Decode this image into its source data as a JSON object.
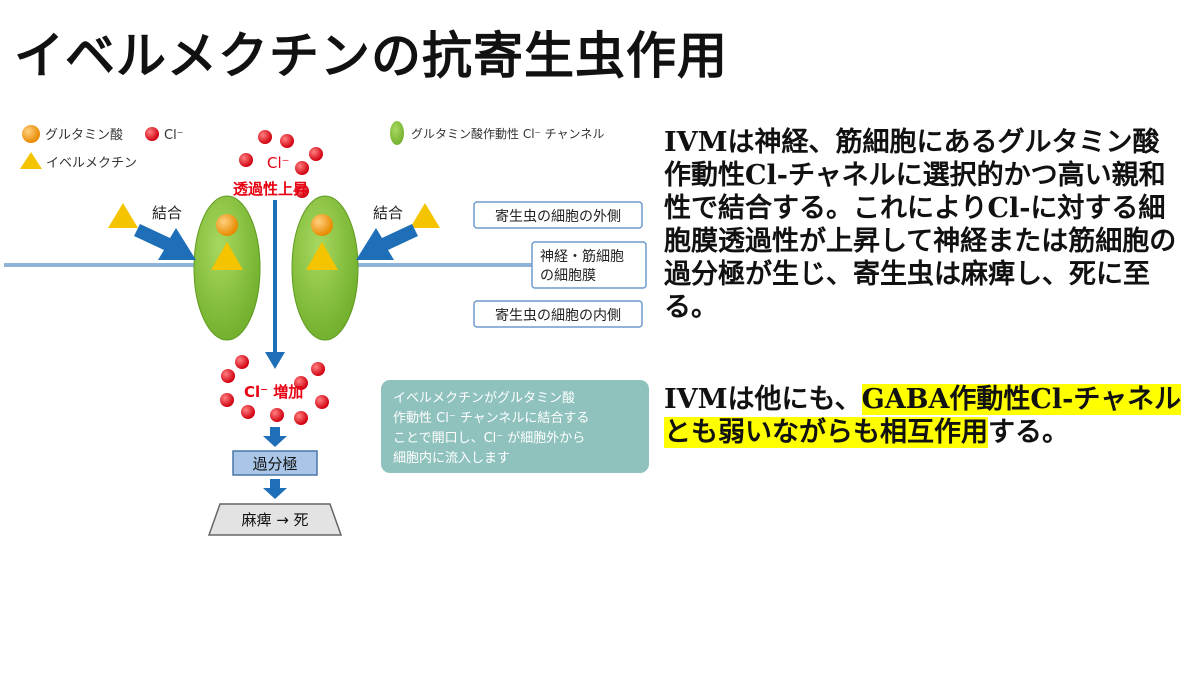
{
  "title": "イベルメクチンの抗寄生虫作用",
  "legend": {
    "glutamate": "グルタミン酸",
    "chloride": "Cl⁻",
    "ivermectin": "イベルメクチン",
    "channel": "グルタミン酸作動性 Cl⁻ チャンネル"
  },
  "diagram": {
    "cl_top": "Cl⁻",
    "permeability_up": "透過性上昇",
    "bind_left": "結合",
    "bind_right": "結合",
    "outside_label": "寄生虫の細胞の外側",
    "membrane_label_1": "神経・筋細胞",
    "membrane_label_2": "の細胞膜",
    "inside_label": "寄生虫の細胞の内側",
    "cl_increase": "Cl⁻ 増加",
    "hyperpolarization": "過分極",
    "paralysis_death": "麻痺 → 死",
    "info_box_1": "イベルメクチンがグルタミン酸",
    "info_box_2": "作動性 Cl⁻ チャンネルに結合する",
    "info_box_3": "ことで開口し、Cl⁻ が細胞外から",
    "info_box_4": "細胞内に流入します"
  },
  "paragraph1": "IVMは神経、筋細胞にあるグルタミン酸作動性Cl-チャネルに選択的かつ高い親和性で結合する。これによりCl-に対する細胞膜透過性が上昇して神経または筋細胞の過分極が生じ、寄生虫は麻痺し、死に至る。",
  "paragraph2": {
    "before": "IVMは他にも、",
    "highlight": "GABA作動性Cl-チャネルとも弱いながらも相互作用",
    "after": "する。"
  },
  "colors": {
    "channel_green": "#8cc63f",
    "glutamate_orange": "#f39800",
    "ivermectin_yellow": "#f5c400",
    "chloride_red": "#e60012",
    "arrow_blue": "#1f6fb8",
    "membrane_blue": "#8fb2d9",
    "info_box_teal": "#8fc2bd",
    "highlight": "#ffff00"
  }
}
